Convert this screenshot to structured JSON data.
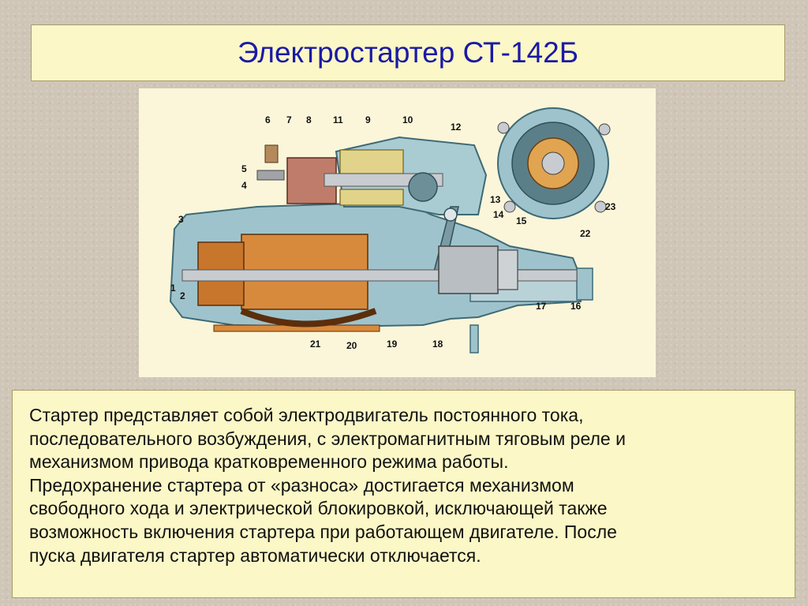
{
  "slide": {
    "title": "Электростартер СТ-142Б",
    "description": "Стартер  представляет собой электродвигатель постоянного тока,\nпоследовательного возбуждения, с электромагнитным тяговым реле и\nмеханизмом привода кратковременного режима работы.\nПредохранение стартера от «разноса» достигается механизмом\nсвободного хода и электрической блокировкой, исключающей также\nвозможность включения стартера при работающем двигателе. После\nпуска двигателя стартер автоматически отключается."
  },
  "diagram": {
    "callouts": [
      "1",
      "2",
      "3",
      "4",
      "5",
      "6",
      "7",
      "8",
      "9",
      "10",
      "11",
      "12",
      "13",
      "14",
      "15",
      "16",
      "17",
      "18",
      "19",
      "20",
      "21",
      "22",
      "23"
    ],
    "colors": {
      "housing": "#9fc3cc",
      "housing_dark": "#4f7e8b",
      "winding": "#d88a3c",
      "copper": "#c7762c",
      "relay": "#c07c6a",
      "shaft": "#c8ccd0"
    }
  }
}
